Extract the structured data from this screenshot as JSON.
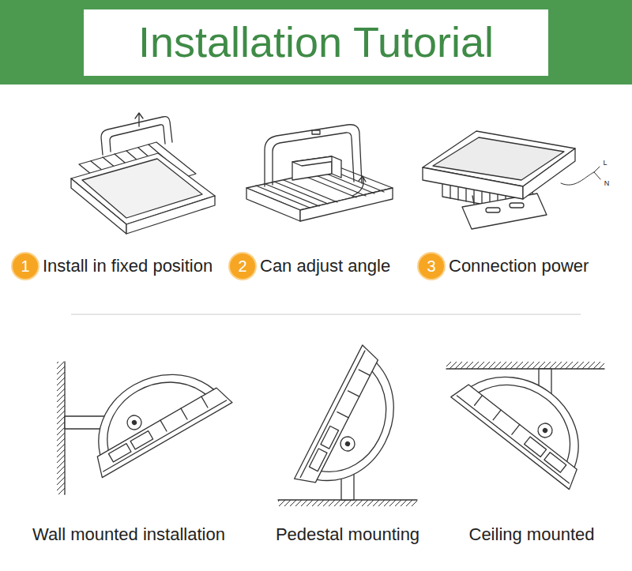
{
  "diagram": {
    "title": "Installation Tutorial",
    "nodes": [
      {
        "text": [
          "1",
          "Install in fixed position"
        ]
      },
      {
        "text": [
          "2",
          "Can adjust angle"
        ]
      },
      {
        "text": [
          "3",
          "Connection power"
        ]
      }
    ],
    "labels": [
      "L",
      "N",
      "Wall mounted installation",
      "Pedestal mounting",
      "Ceiling mounted"
    ]
  }
}
